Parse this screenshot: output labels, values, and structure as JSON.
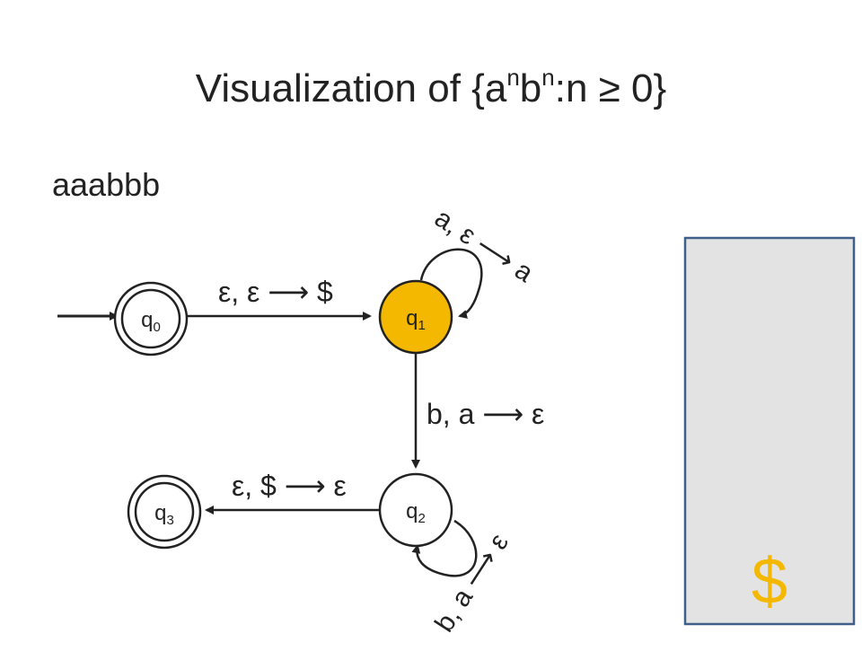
{
  "title": {
    "prefix": "Visualization of {a",
    "sup1": "n",
    "mid": "b",
    "sup2": "n",
    "suffix": ":n ≥ 0}"
  },
  "input_string": "aaabbb",
  "states": [
    {
      "id": "q0",
      "base": "q",
      "sub": "0",
      "accepting": true,
      "start": true,
      "active": false
    },
    {
      "id": "q1",
      "base": "q",
      "sub": "1",
      "accepting": false,
      "start": false,
      "active": true
    },
    {
      "id": "q2",
      "base": "q",
      "sub": "2",
      "accepting": false,
      "start": false,
      "active": false
    },
    {
      "id": "q3",
      "base": "q",
      "sub": "3",
      "accepting": true,
      "start": false,
      "active": false
    }
  ],
  "transitions": [
    {
      "from": "q0",
      "to": "q1",
      "label": "ε, ε ⟶ $"
    },
    {
      "from": "q1",
      "to": "q1",
      "label": "a, ε ⟶ a"
    },
    {
      "from": "q1",
      "to": "q2",
      "label": "b, a ⟶ ε"
    },
    {
      "from": "q2",
      "to": "q3",
      "label": "ε, $ ⟶ ε"
    },
    {
      "from": "q2",
      "to": "q2",
      "label": "b, a ⟶ ε"
    }
  ],
  "stack": {
    "items": [
      "$"
    ]
  },
  "colors": {
    "active_state": "#f5b800",
    "stack_fill": "#e3e3e3",
    "stack_border": "#3e5f8a",
    "stack_symbol": "#f5b800",
    "text": "#222222"
  }
}
